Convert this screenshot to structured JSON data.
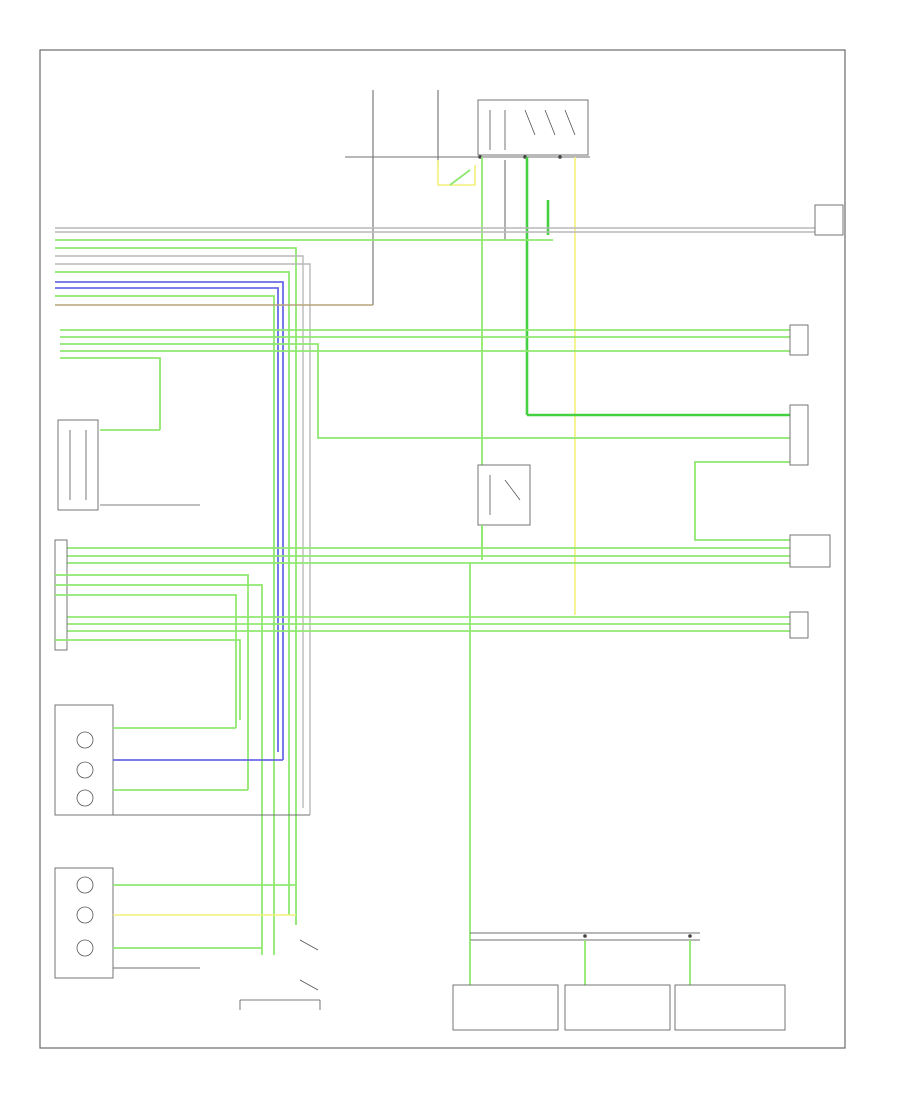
{
  "diagram": {
    "page_label": "",
    "components": [
      {
        "key": "fuse_left",
        "label": ""
      },
      {
        "key": "fuse_right",
        "label": ""
      },
      {
        "key": "relay_top",
        "label": ""
      },
      {
        "key": "connector_top_right",
        "label": ""
      },
      {
        "key": "interior_light_switch",
        "label": ""
      },
      {
        "key": "door_lock_control_relay",
        "label": ""
      },
      {
        "key": "key_switch",
        "label": ""
      },
      {
        "key": "left_front_door_switch",
        "label": ""
      },
      {
        "key": "right_front_door_switch",
        "label": ""
      },
      {
        "key": "passenger_door_switch",
        "label": ""
      },
      {
        "key": "driver_door_switch",
        "label": ""
      },
      {
        "key": "bottom_box_1",
        "label": ""
      },
      {
        "key": "bottom_box_2",
        "label": ""
      },
      {
        "key": "bottom_box_3",
        "label": ""
      }
    ],
    "colors": {
      "green": "#8fe870",
      "dark_green": "#44d040",
      "yellow": "#f3f07a",
      "blue": "#6a6ae8",
      "black": "#707070",
      "gray": "#b9b9b9",
      "brown": "#b6a37a"
    }
  }
}
